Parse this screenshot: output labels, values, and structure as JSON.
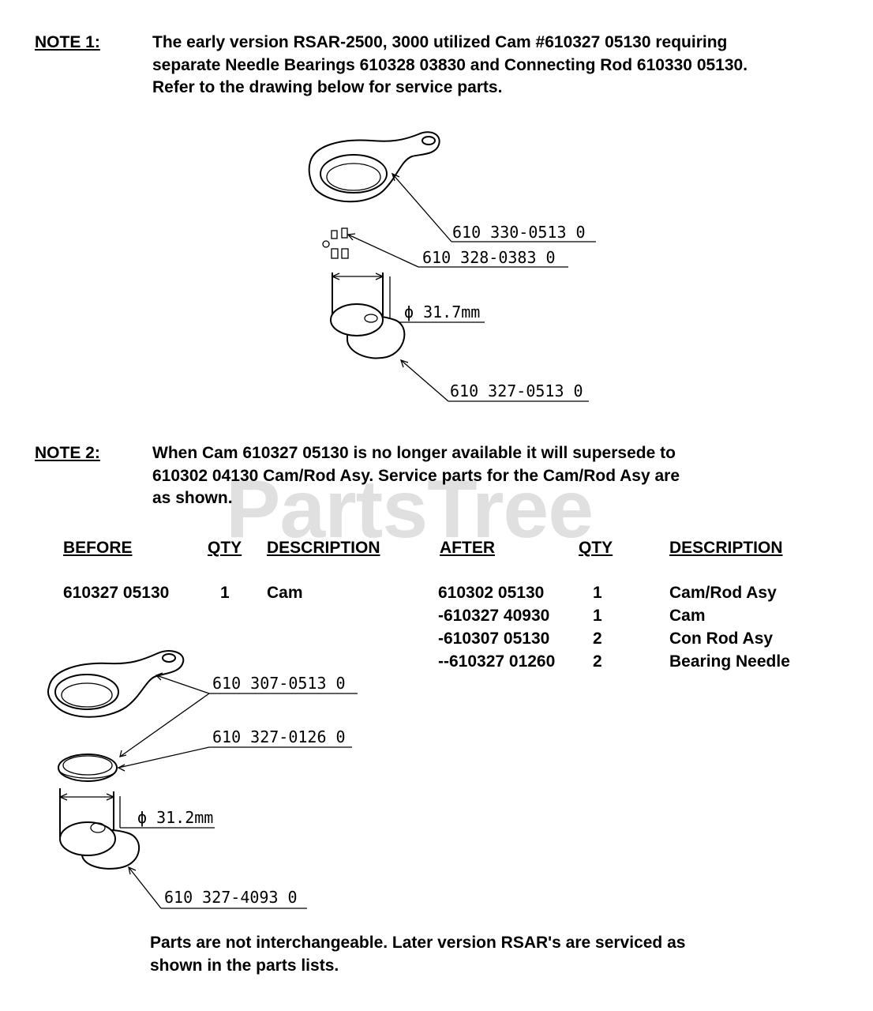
{
  "watermark": "PartsTree",
  "note1": {
    "label": "NOTE 1:",
    "line1": "The early version RSAR-2500, 3000 utilized Cam #610327 05130 requiring",
    "line2": "separate Needle Bearings 610328 03830 and Connecting Rod 610330 05130.",
    "line3": "Refer to the drawing below for service parts."
  },
  "diagram1": {
    "conrod": "610 330-0513 0",
    "bearings": "610 328-0383 0",
    "diameter": "ϕ 31.7mm",
    "cam": "610 327-0513 0"
  },
  "note2": {
    "label": "NOTE 2:",
    "line1": "When Cam 610327 05130 is no longer available it will supersede to",
    "line2": "610302 04130 Cam/Rod Asy.  Service parts for the Cam/Rod Asy are",
    "line3": "as shown."
  },
  "table": {
    "headers": {
      "before": "BEFORE",
      "qty1": "QTY",
      "desc1": "DESCRIPTION",
      "after": "AFTER",
      "qty2": "QTY",
      "desc2": "DESCRIPTION"
    },
    "before_row": {
      "part": "610327 05130",
      "qty": "1",
      "desc": "Cam"
    },
    "after_rows": [
      {
        "part": "610302 05130",
        "qty": "1",
        "desc": "Cam/Rod Asy"
      },
      {
        "part": "-610327 40930",
        "qty": "1",
        "desc": "Cam"
      },
      {
        "part": "-610307 05130",
        "qty": "2",
        "desc": "Con Rod Asy"
      },
      {
        "part": "--610327 01260",
        "qty": "2",
        "desc": "Bearing Needle"
      }
    ]
  },
  "diagram2": {
    "conrod": "610 307-0513 0",
    "bearing": "610 327-0126 0",
    "diameter": "ϕ 31.2mm",
    "cam": "610 327-4093 0"
  },
  "footer": {
    "line1": "Parts are not interchangeable.  Later version RSAR's are serviced as",
    "line2": "shown in the parts lists."
  }
}
